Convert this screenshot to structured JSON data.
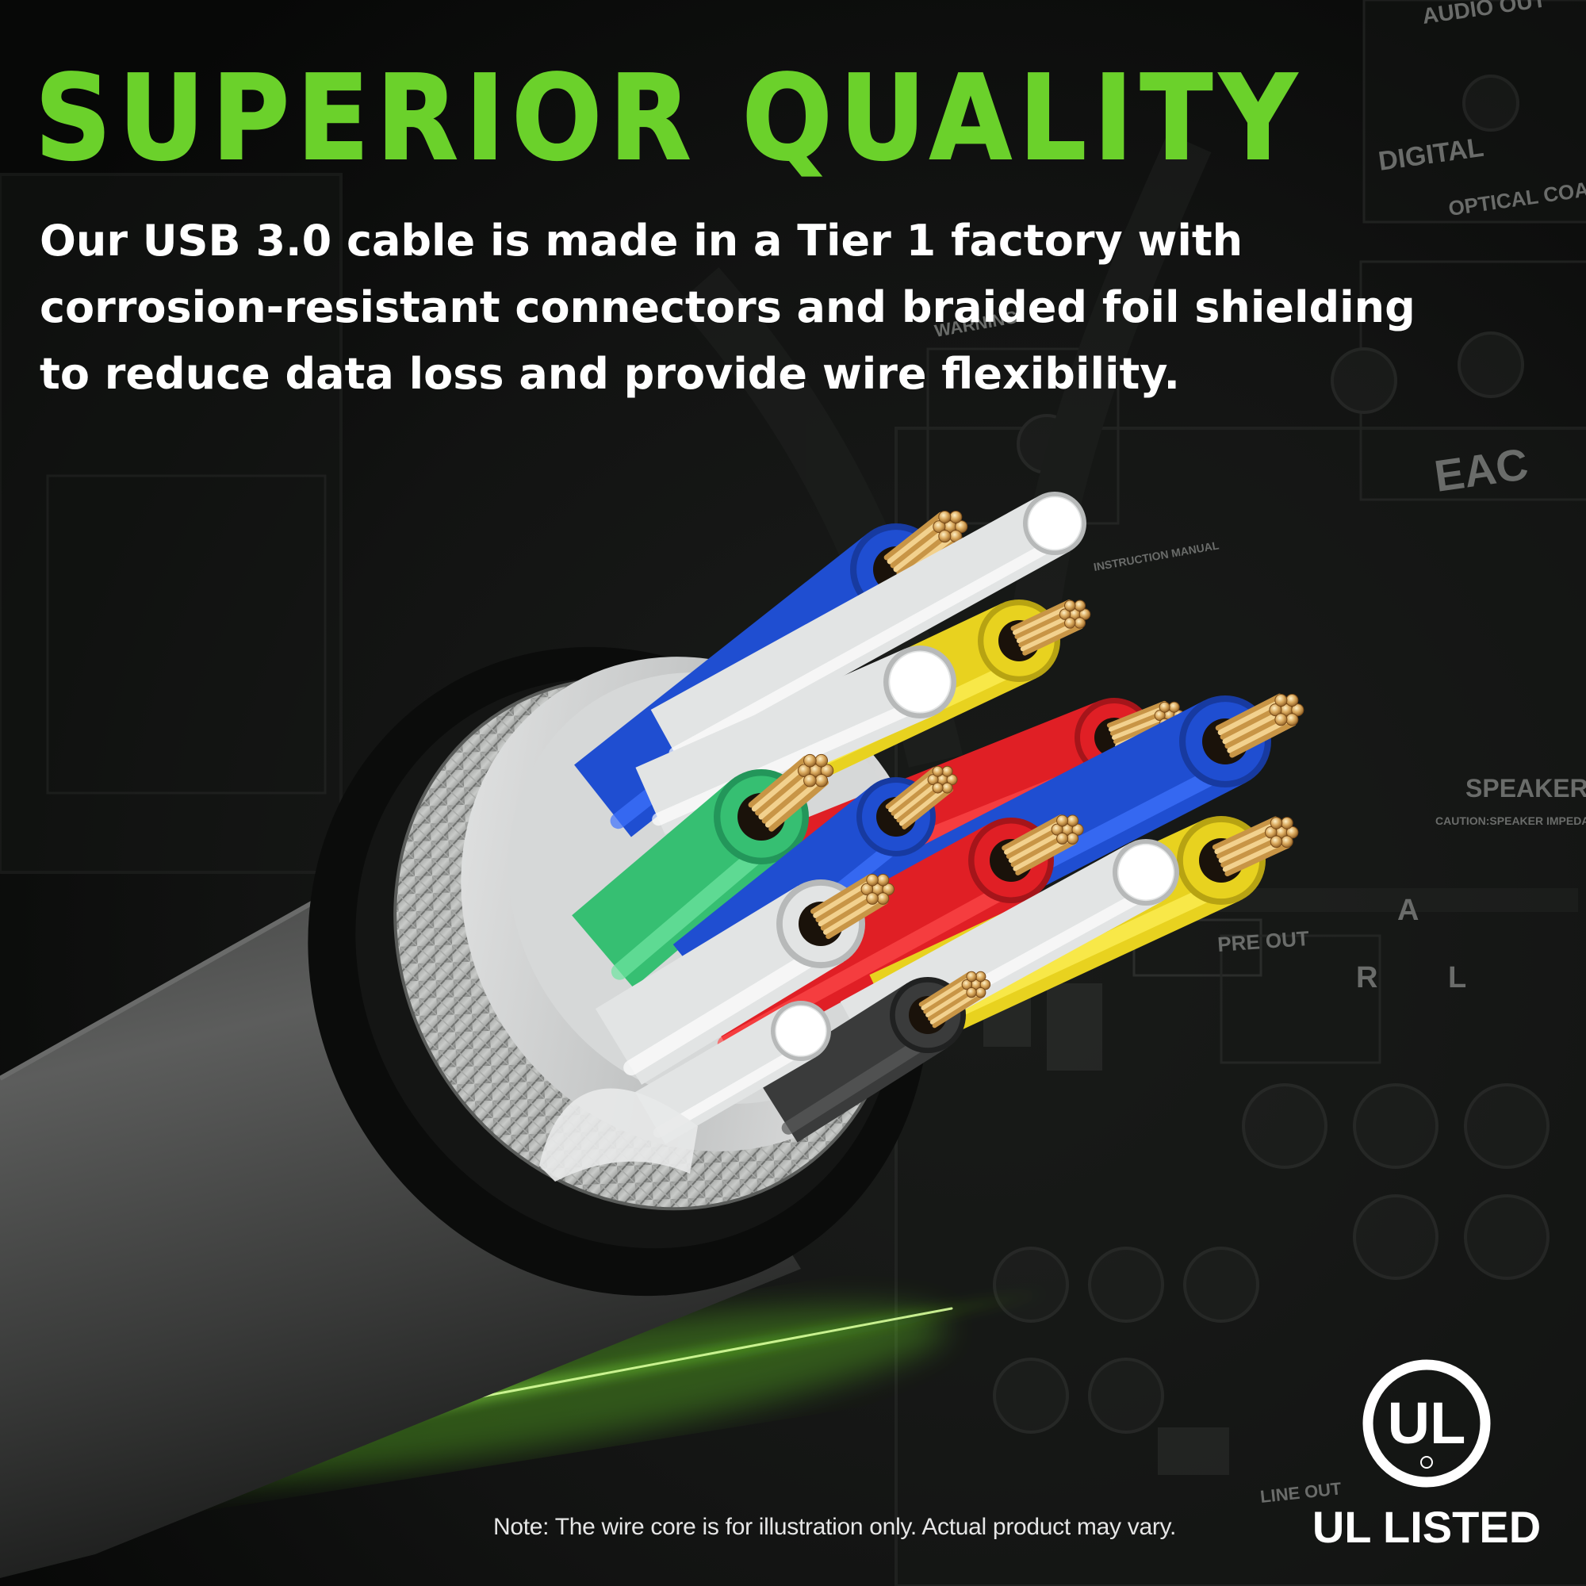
{
  "headline": "SUPERIOR  QUALITY",
  "description": "Our USB 3.0 cable is made in a Tier 1 factory with corrosion-resistant connectors and braided foil shielding to reduce data loss and provide wire flexibility.",
  "disclaimer": "Note: The wire core is for illustration only. Actual product may vary.",
  "certification": {
    "mark_text": "UL",
    "label": "UL LISTED"
  },
  "background_labels": [
    "AUDIO OUT",
    "DIGITAL",
    "OPTICAL COAXIAL",
    "SPEAKERS",
    "CAUTION:SPEAKER IMPEDANCE",
    "A",
    "PRE OUT",
    "LINE OUT",
    "R",
    "L",
    "WARNING",
    "INSTRUCTION MANUAL",
    "EAC"
  ],
  "colors": {
    "headline": "#6bd12b",
    "glow": "#7cff2a",
    "background": "#0d0e0d",
    "text": "#ffffff"
  },
  "wires": [
    {
      "color": "blue"
    },
    {
      "color": "white"
    },
    {
      "color": "yellow"
    },
    {
      "color": "white"
    },
    {
      "color": "red"
    },
    {
      "color": "blue"
    },
    {
      "color": "green"
    },
    {
      "color": "blue"
    },
    {
      "color": "red"
    },
    {
      "color": "yellow"
    },
    {
      "color": "white"
    },
    {
      "color": "white"
    },
    {
      "color": "black"
    },
    {
      "color": "white"
    }
  ]
}
